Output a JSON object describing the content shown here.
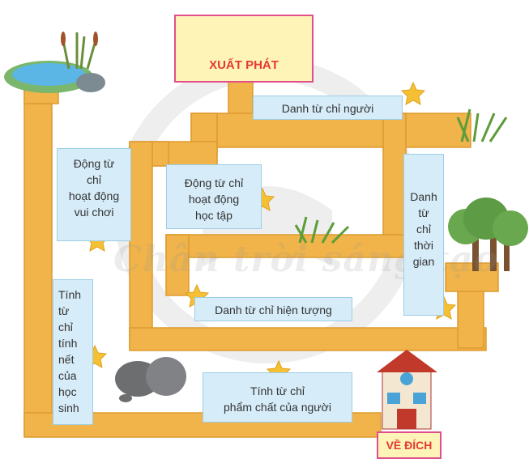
{
  "start": {
    "label": "XUẤT PHÁT"
  },
  "finish": {
    "label": "VỀ ĐÍCH"
  },
  "watermark": "Chân trời sáng tạo",
  "cards": {
    "nouns_people": "Danh từ chỉ người",
    "verbs_play": "Động từ\nchỉ\nhoạt động\nvui chơi",
    "verbs_study": "Động từ chỉ\nhoạt động\nhọc tập",
    "nouns_time": "Danh\ntừ\nchỉ\nthời\ngian",
    "nouns_phenomena": "Danh từ chỉ hiện tượng",
    "adj_character": "Tính\ntừ\nchỉ\ntính\nnết\ncủa\nhọc\nsinh",
    "adj_quality": "Tính từ chỉ\nphẩm chất của người"
  },
  "colors": {
    "path": "#f0b44a",
    "path_edge": "#dd9a2e",
    "card_bg": "#d6ecf8",
    "star": "#f5c034",
    "start_bg": "#fff4b8",
    "label_red": "#e53935",
    "frame_pink": "#e04f8c"
  },
  "icons": [
    "star-icon",
    "grass-icon",
    "tree-icon",
    "rock-icon",
    "pond-icon",
    "school-icon",
    "children-icon"
  ]
}
